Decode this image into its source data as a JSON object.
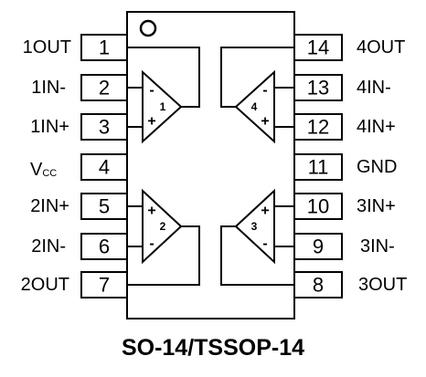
{
  "package_caption": "SO-14/TSSOP-14",
  "pins_left": [
    {
      "num": "1",
      "label": "1OUT"
    },
    {
      "num": "2",
      "label": "1IN-"
    },
    {
      "num": "3",
      "label": "1IN+"
    },
    {
      "num": "4",
      "label": "V",
      "sub": "CC"
    },
    {
      "num": "5",
      "label": "2IN+"
    },
    {
      "num": "6",
      "label": "2IN-"
    },
    {
      "num": "7",
      "label": "2OUT"
    }
  ],
  "pins_right": [
    {
      "num": "14",
      "label": "4OUT"
    },
    {
      "num": "13",
      "label": "4IN-"
    },
    {
      "num": "12",
      "label": "4IN+"
    },
    {
      "num": "11",
      "label": "GND"
    },
    {
      "num": "10",
      "label": "3IN+"
    },
    {
      "num": "9",
      "label": "3IN-"
    },
    {
      "num": "8",
      "label": "3OUT"
    }
  ],
  "amplifiers": [
    {
      "id": "1",
      "top_sign": "-",
      "bottom_sign": "+"
    },
    {
      "id": "2",
      "top_sign": "+",
      "bottom_sign": "-"
    },
    {
      "id": "3",
      "top_sign": "+",
      "bottom_sign": "-"
    },
    {
      "id": "4",
      "top_sign": "-",
      "bottom_sign": "+"
    }
  ]
}
